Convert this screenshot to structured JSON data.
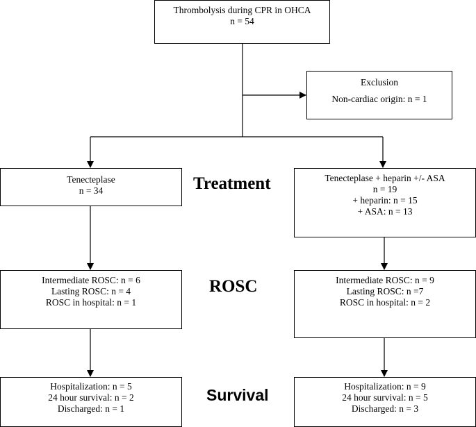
{
  "top": {
    "lines": [
      "Thrombolysis during CPR in OHCA",
      "n = 54"
    ]
  },
  "exclusion": {
    "title": "Exclusion",
    "detail": "Non-cardiac origin: n = 1"
  },
  "stages": {
    "treatment": "Treatment",
    "rosc": "ROSC",
    "survival": "Survival"
  },
  "left": {
    "treatment": [
      "Tenecteplase",
      "n = 34"
    ],
    "rosc": [
      "Intermediate ROSC: n = 6",
      "Lasting ROSC: n = 4",
      "ROSC in hospital: n = 1"
    ],
    "survival": [
      "Hospitalization: n = 5",
      "24 hour survival: n = 2",
      "Discharged: n = 1"
    ]
  },
  "right": {
    "treatment": [
      "Tenecteplase + heparin +/- ASA",
      "n = 19",
      "+ heparin: n = 15",
      "+ ASA: n = 13"
    ],
    "rosc": [
      "Intermediate ROSC: n = 9",
      "Lasting ROSC: n =7",
      "ROSC in hospital: n = 2"
    ],
    "survival": [
      "Hospitalization: n = 9",
      "24 hour survival: n = 5",
      "Discharged: n = 3"
    ]
  }
}
